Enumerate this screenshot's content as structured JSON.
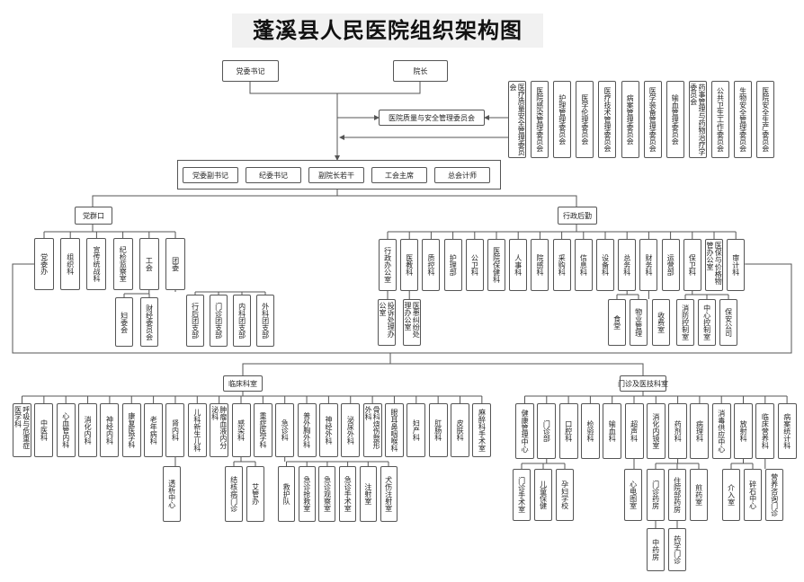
{
  "title": "蓬溪县人民医院组织架构图",
  "leaders": {
    "party_secretary": "党委书记",
    "president": "院长"
  },
  "committee": "医院质量与安全管理委员会",
  "subcommittees": [
    "医疗质量安全管理委员会",
    "医院感染管理委员会",
    "护理管理委员会",
    "医学伦理委员会",
    "医疗技术管理委员会",
    "病案管理委员会",
    "医学装备管理委员会",
    "输血管理委员会",
    "药事管理与药物治疗学委员会",
    "公共卫生工作委员会",
    "生物安全管理委员会",
    "医院安全生产委员会"
  ],
  "leadership_team": [
    "党委副书记",
    "纪委书记",
    "副院长若干",
    "工会主席",
    "总会计师"
  ],
  "branches": {
    "party": "党群口",
    "admin": "行政后勤",
    "clinical": "临床科室",
    "outpatient": "门诊及医技科室"
  },
  "party_units": [
    "党委办",
    "组织科",
    "宣传统战科",
    "纪检监察室",
    "工会",
    "团委"
  ],
  "party_sub_union": [
    "妇委会",
    "财经委员会"
  ],
  "party_sub_youth": [
    "行后团支部",
    "门诊团支部",
    "内科团支部",
    "外科团支部"
  ],
  "admin_units": [
    "行政办公室",
    "医教科",
    "质控科",
    "护理部",
    "公卫科",
    "医院保健科",
    "人事科",
    "院感科",
    "采购科",
    "信息科",
    "设备科",
    "总务科",
    "财务科",
    "运营部",
    "保卫科",
    "医保与价格物管办公室",
    "审计科"
  ],
  "admin_sub_office": "投诉处理办公室",
  "admin_sub_medical": "医患纠纷处理办公室",
  "admin_sub_general": [
    "食堂",
    "物业管理"
  ],
  "admin_sub_finance": "收费室",
  "admin_sub_security": [
    "消防控制室",
    "中心控制室",
    "保安公司"
  ],
  "clinical_units": [
    "呼吸与危重症医学科",
    "中医科",
    "心血管内科",
    "消化内科",
    "神经内科",
    "康复医学科",
    "老年病科",
    "肾内科",
    "儿科新生儿科",
    "肿瘤血液内分泌科",
    "感染科",
    "重症医学科",
    "急诊科",
    "普外胸外科",
    "神经外科",
    "泌尿外科",
    "骨科烧伤整形外科",
    "眼耳鼻咽喉科",
    "妇产科",
    "肛肠科",
    "皮肤科",
    "麻醉科手术室"
  ],
  "clinical_sub_nephro": "透析中心",
  "clinical_sub_infect": [
    "结核病门诊",
    "艾管办"
  ],
  "clinical_sub_emerg": [
    "救护队",
    "急诊抢救室",
    "急诊观察室",
    "急诊手术室",
    "注射室",
    "犬伤注射室"
  ],
  "op_units": [
    "健康管理中心",
    "门诊部",
    "口腔科",
    "检验科",
    "输血科",
    "超声科",
    "消化内镜室",
    "药剂科",
    "病理科",
    "消毒供应中心",
    "放射科",
    "临床营养科",
    "病案统计科"
  ],
  "op_sub_clinic": [
    "门诊手术室",
    "儿童保健",
    "孕妇学校"
  ],
  "op_sub_ultra": "心电图室",
  "op_sub_pharm": [
    "门诊药房",
    "住院部药房",
    "煎药室"
  ],
  "op_sub_pharm2": [
    "中药房",
    "药学门诊"
  ],
  "op_sub_radio": [
    "介入室",
    "碎石中心"
  ],
  "op_sub_nutri": "营养咨询门诊"
}
